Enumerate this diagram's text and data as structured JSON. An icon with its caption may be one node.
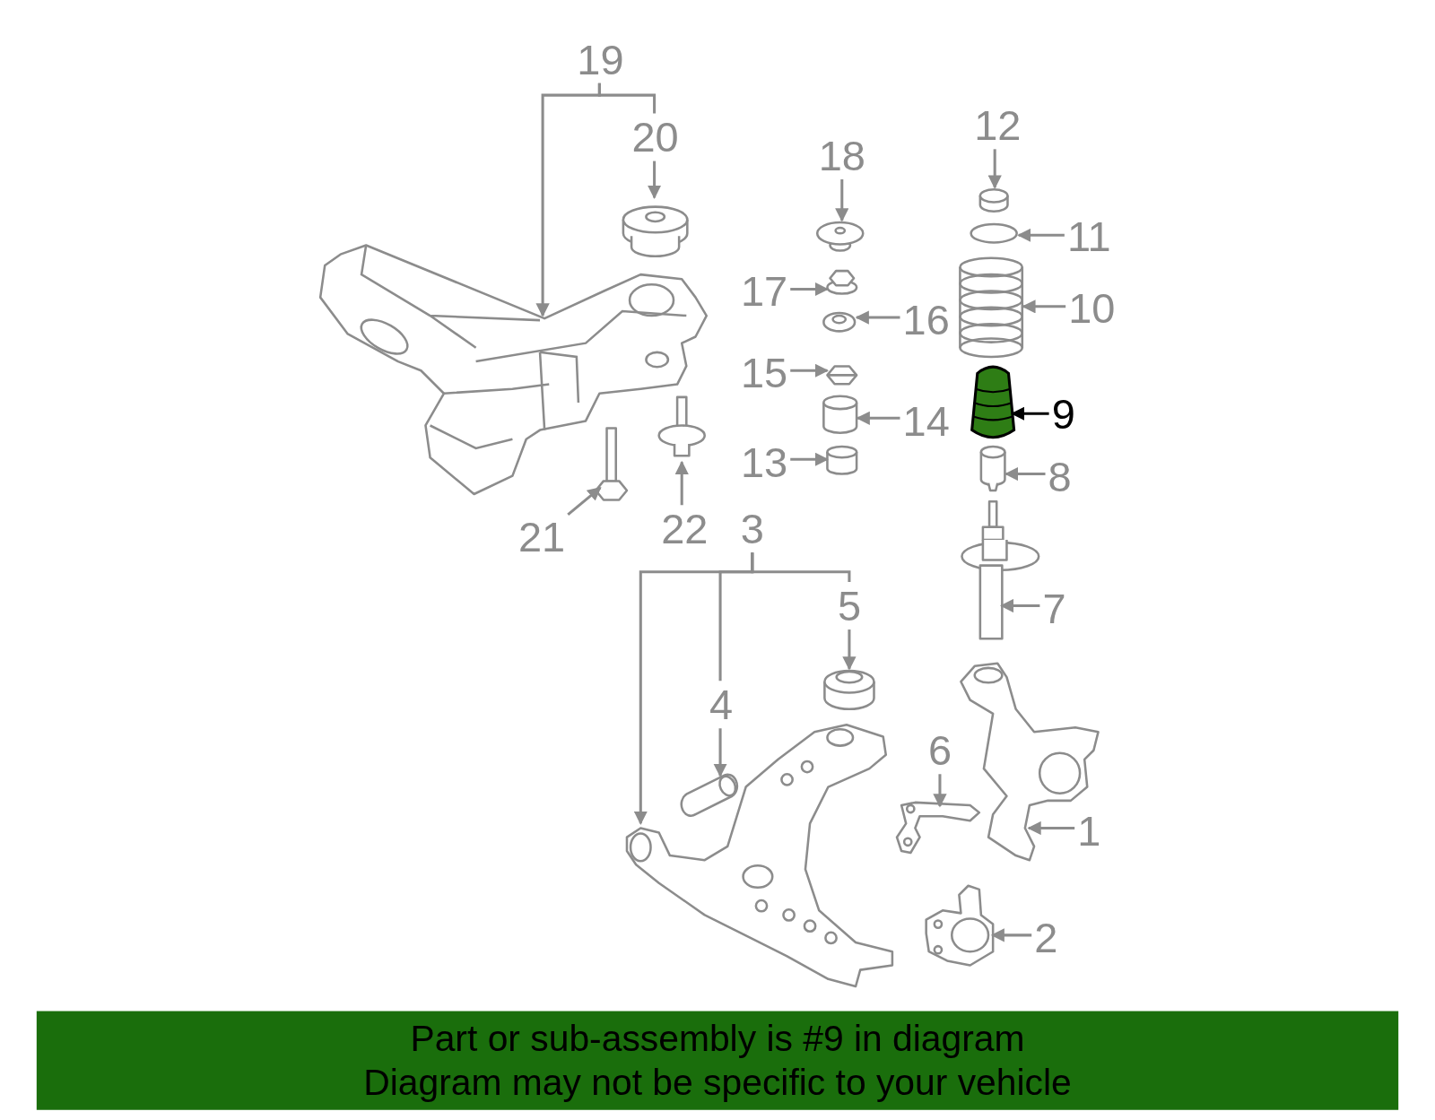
{
  "diagram": {
    "nodes": [
      {
        "text": [
          "19"
        ]
      },
      {
        "text": [
          "20"
        ]
      },
      {
        "text": [],
        "shape": "picture"
      },
      {
        "text": [],
        "shape": "cylinder"
      },
      {
        "text": [
          "18"
        ]
      },
      {
        "text": [],
        "shape": "picture"
      },
      {
        "text": [
          "12"
        ]
      },
      {
        "text": [],
        "shape": "cylinder"
      },
      {
        "text": [
          "11"
        ]
      },
      {
        "text": [],
        "shape": "circle"
      },
      {
        "text": [
          "17"
        ]
      },
      {
        "text": [],
        "shape": "hexagon"
      },
      {
        "text": [
          "10"
        ]
      },
      {
        "text": [],
        "shape": "picture"
      },
      {
        "text": [
          "16"
        ]
      },
      {
        "text": [],
        "shape": "picture"
      },
      {
        "text": [
          "15"
        ]
      },
      {
        "text": [],
        "shape": "picture"
      },
      {
        "text": [
          "9"
        ]
      },
      {
        "text": [],
        "shape": "picture"
      },
      {
        "text": [
          "14"
        ]
      },
      {
        "text": [],
        "shape": "cylinder"
      },
      {
        "text": [
          "13"
        ]
      },
      {
        "text": [],
        "shape": "cylinder"
      },
      {
        "text": [
          "8"
        ]
      },
      {
        "text": [],
        "shape": "cylinder"
      },
      {
        "text": [],
        "shape": "picture"
      },
      {
        "text": [],
        "shape": "picture"
      },
      {
        "text": [
          "21"
        ]
      },
      {
        "text": [
          "22"
        ]
      },
      {
        "text": [
          "3"
        ]
      },
      {
        "text": [
          "7"
        ]
      },
      {
        "text": [],
        "shape": "picture"
      },
      {
        "text": [
          "5"
        ]
      },
      {
        "text": [
          "4"
        ]
      },
      {
        "text": [],
        "shape": "cylinder"
      },
      {
        "text": [],
        "shape": "picture"
      },
      {
        "text": [
          "6"
        ]
      },
      {
        "text": [],
        "shape": "picture"
      },
      {
        "text": [],
        "shape": "picture"
      },
      {
        "text": [],
        "shape": "picture"
      },
      {
        "text": [
          "1"
        ]
      },
      {
        "text": [],
        "shape": "picture"
      },
      {
        "text": [
          "2"
        ]
      },
      {
        "text": [
          "Part or sub-assembly is #9 in diagram",
          "Diagram may not be specific to your vehicle"
        ]
      }
    ],
    "edges": [
      {
        "from": 0,
        "to": 2,
        "arrow": "to"
      },
      {
        "from": 0,
        "to": 1,
        "arrow": "none"
      },
      {
        "from": 1,
        "to": 3,
        "arrow": "to"
      },
      {
        "from": 4,
        "to": 5,
        "arrow": "to"
      },
      {
        "from": 6,
        "to": 7,
        "arrow": "to"
      },
      {
        "from": 8,
        "to": 9,
        "arrow": "to"
      },
      {
        "from": 10,
        "to": 11,
        "arrow": "to"
      },
      {
        "from": 12,
        "to": 13,
        "arrow": "to"
      },
      {
        "from": 14,
        "to": 15,
        "arrow": "to"
      },
      {
        "from": 16,
        "to": 17,
        "arrow": "to"
      },
      {
        "from": 18,
        "to": 19,
        "arrow": "to",
        "color": "#000000"
      },
      {
        "from": 20,
        "to": 21,
        "arrow": "to"
      },
      {
        "from": 22,
        "to": 23,
        "arrow": "to"
      },
      {
        "from": 24,
        "to": 25,
        "arrow": "to"
      },
      {
        "from": 28,
        "to": 26,
        "arrow": "to"
      },
      {
        "from": 29,
        "to": 27,
        "arrow": "to"
      },
      {
        "from": 30,
        "to": 40,
        "arrow": "to"
      },
      {
        "from": 30,
        "to": 34,
        "arrow": "none"
      },
      {
        "from": 30,
        "to": 33,
        "arrow": "none"
      },
      {
        "from": 34,
        "to": 38,
        "arrow": "to"
      },
      {
        "from": 33,
        "to": 35,
        "arrow": "to"
      },
      {
        "from": 31,
        "to": 32,
        "arrow": "to"
      },
      {
        "from": 37,
        "to": 39,
        "arrow": "to"
      },
      {
        "from": 41,
        "to": 36,
        "arrow": "to"
      },
      {
        "from": 43,
        "to": 42,
        "arrow": "to"
      }
    ]
  }
}
